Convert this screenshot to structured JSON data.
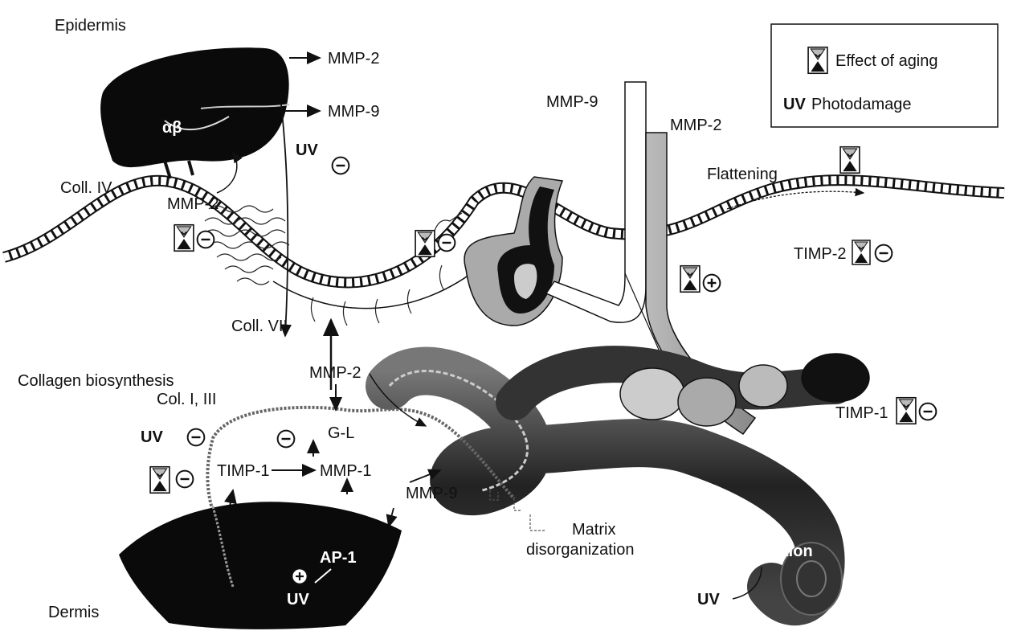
{
  "regions": {
    "top": "Epidermis",
    "bottom": "Dermis"
  },
  "legend": {
    "aging_label": "Effect of aging",
    "uv_bold": "UV",
    "uv_label": "Photodamage"
  },
  "labels": {
    "epi_mmp2": "MMP-2",
    "epi_mmp9": "MMP-9",
    "alpha_beta": "αβ",
    "uv_top": "UV",
    "coll_iv": "Coll. IV",
    "mmp2_bm": "MMP-2",
    "coll_vii": "Coll. VII",
    "vessel_mmp9": "MMP-9",
    "vessel_mmp2": "MMP-2",
    "flattening": "Flattening",
    "timp2": "TIMP-2",
    "collagen_biosynthesis": "Collagen biosynthesis",
    "col_i_iii": "Col. I, III",
    "uv_left": "UV",
    "mmp2_mid": "MMP-2",
    "gl": "G-L",
    "timp1_left": "TIMP-1",
    "mmp1": "MMP-1",
    "mmp9_mid": "MMP-9",
    "matrix1": "Matrix",
    "matrix2": "disorganization",
    "ap1": "AP-1",
    "uv_cell": "UV",
    "timp1_right": "TIMP-1",
    "mv_dilation": "MV dilation",
    "uv_vessel": "UV"
  },
  "signs": {
    "minus": "−",
    "plus": "+"
  }
}
